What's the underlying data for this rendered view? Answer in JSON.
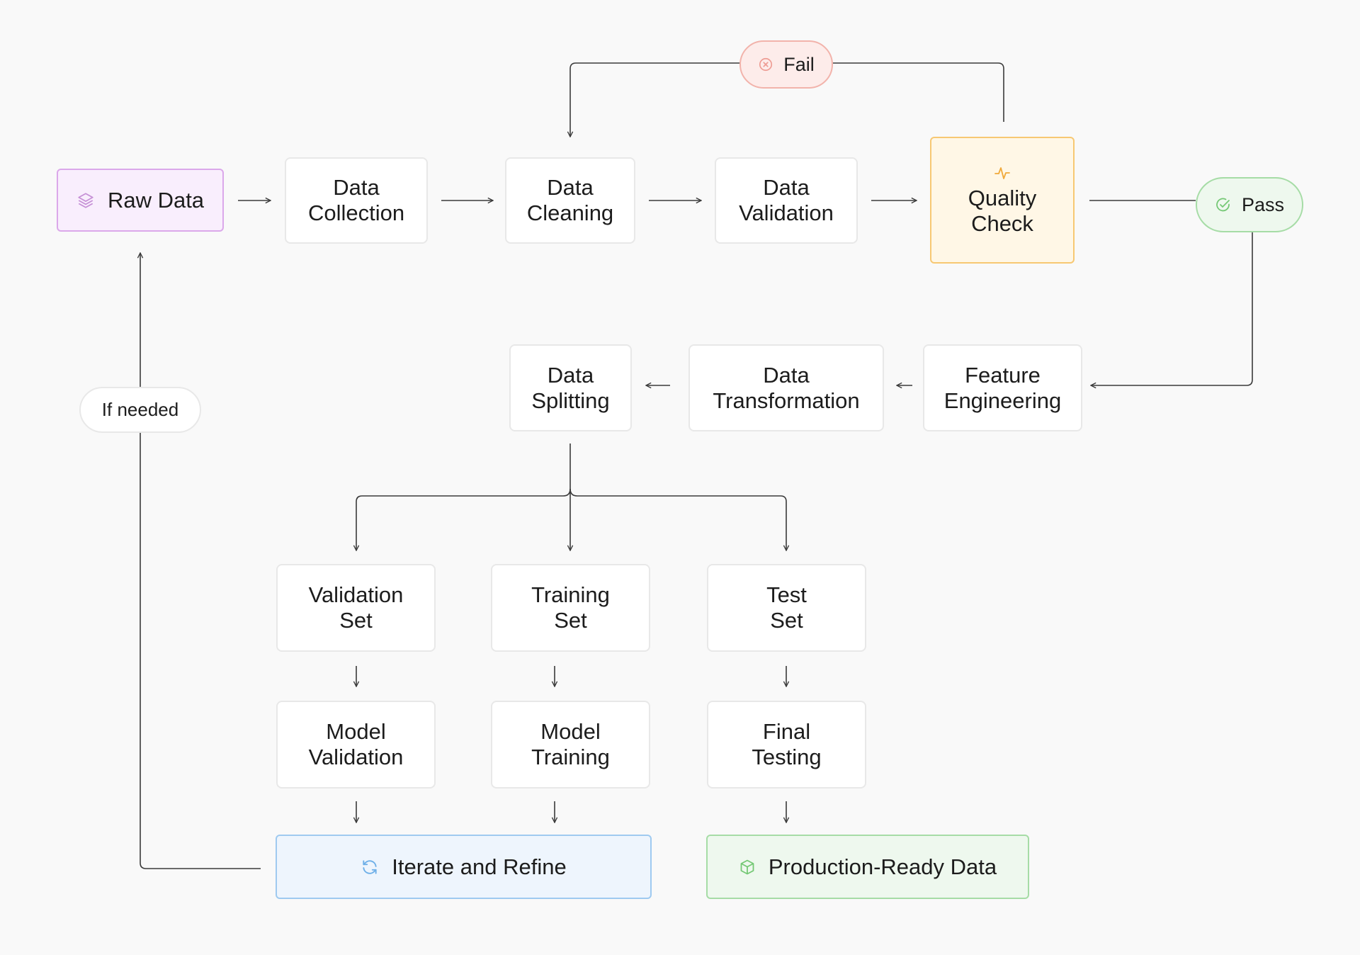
{
  "colors": {
    "background": "#f9f9f9",
    "line": "#3a3a3a",
    "raw_fill": "#f9eefd",
    "raw_border": "#dba8ea",
    "raw_icon": "#c690d6",
    "quality_fill": "#fff7e6",
    "quality_border": "#f7c873",
    "quality_icon": "#f0a93a",
    "fail_fill": "#fdecea",
    "fail_border": "#f2b3ab",
    "fail_icon": "#ee9c93",
    "pass_fill": "#eef8ee",
    "pass_border": "#a6dca6",
    "pass_icon": "#75c875",
    "iterate_fill": "#eef5fd",
    "iterate_border": "#9fcaf0",
    "iterate_icon": "#6fb0e8",
    "production_fill": "#eef8ee",
    "production_border": "#a6dca6",
    "production_icon": "#75c875"
  },
  "nodes": {
    "raw_data": {
      "label": "Raw Data",
      "icon": "layers-icon"
    },
    "data_collection": {
      "line1": "Data",
      "line2": "Collection"
    },
    "data_cleaning": {
      "line1": "Data",
      "line2": "Cleaning"
    },
    "data_validation": {
      "line1": "Data",
      "line2": "Validation"
    },
    "quality_check": {
      "line1": "Quality",
      "line2": "Check",
      "icon": "activity-icon"
    },
    "feature_engineering": {
      "line1": "Feature",
      "line2": "Engineering"
    },
    "data_transformation": {
      "line1": "Data",
      "line2": "Transformation"
    },
    "data_splitting": {
      "line1": "Data",
      "line2": "Splitting"
    },
    "validation_set": {
      "line1": "Validation",
      "line2": "Set"
    },
    "training_set": {
      "line1": "Training",
      "line2": "Set"
    },
    "test_set": {
      "line1": "Test",
      "line2": "Set"
    },
    "model_validation": {
      "line1": "Model",
      "line2": "Validation"
    },
    "model_training": {
      "line1": "Model",
      "line2": "Training"
    },
    "final_testing": {
      "line1": "Final",
      "line2": "Testing"
    },
    "iterate_refine": {
      "label": "Iterate and Refine",
      "icon": "refresh-icon"
    },
    "production_ready": {
      "label": "Production-Ready Data",
      "icon": "cube-icon"
    }
  },
  "labels": {
    "fail": {
      "text": "Fail",
      "icon": "x-circle-icon"
    },
    "pass": {
      "text": "Pass",
      "icon": "check-circle-icon"
    },
    "if_needed": {
      "text": "If needed"
    }
  }
}
